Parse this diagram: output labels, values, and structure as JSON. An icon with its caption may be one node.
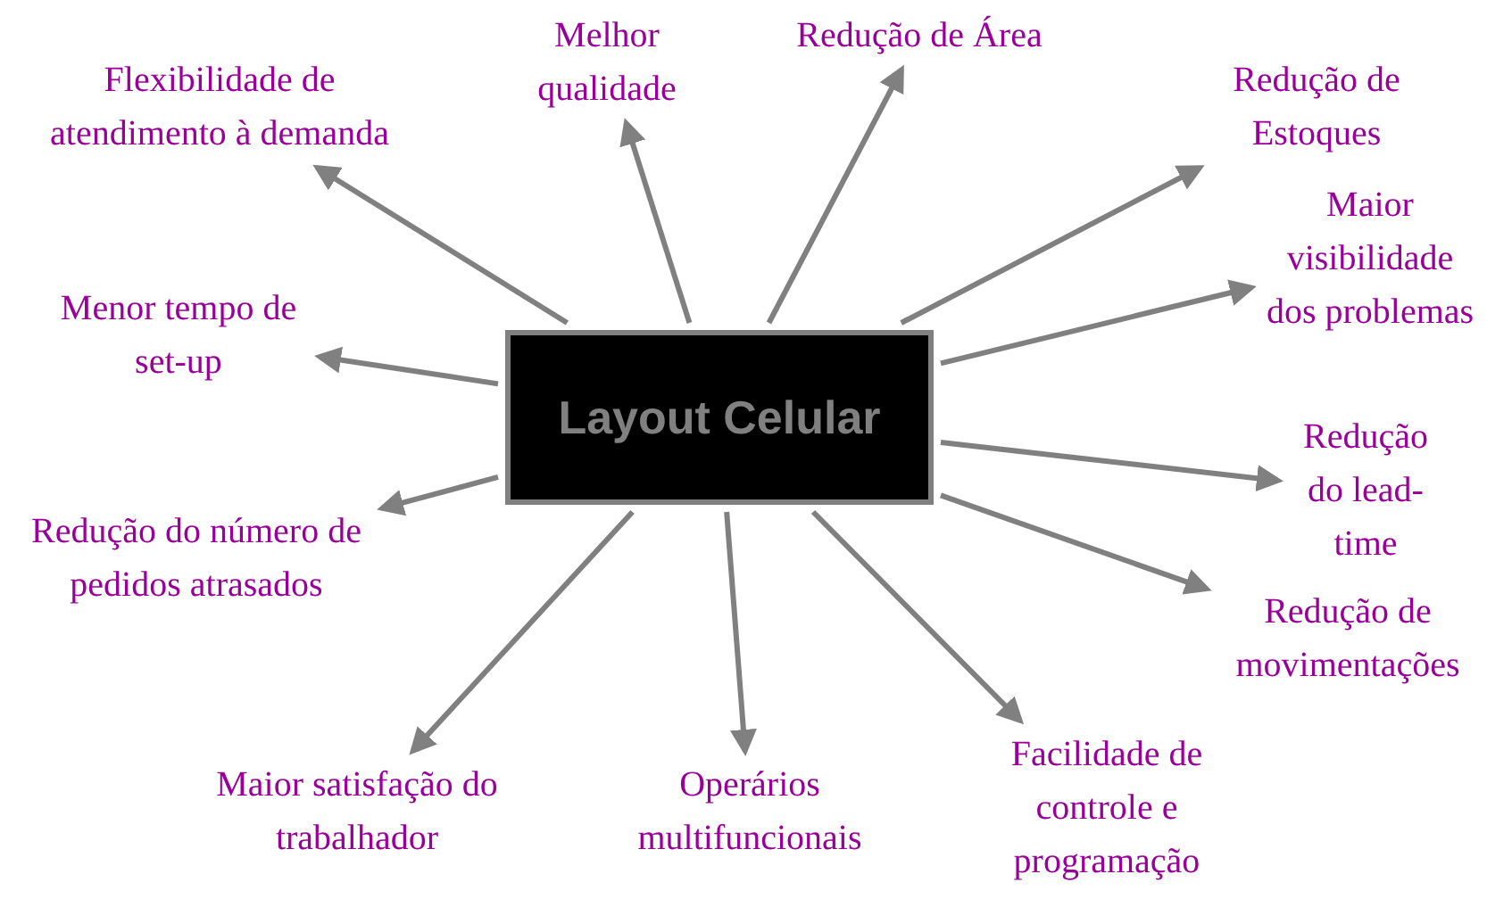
{
  "diagram": {
    "nodes": [
      {
        "text": [
          "Layout Celular"
        ]
      },
      {
        "text": [
          "Flexibilidade de atendimento à demanda"
        ]
      },
      {
        "text": [
          "Melhor qualidade"
        ]
      },
      {
        "text": [
          "Redução de Área"
        ]
      },
      {
        "text": [
          "Redução de Estoques"
        ]
      },
      {
        "text": [
          "Maior visibilidade dos problemas"
        ]
      },
      {
        "text": [
          "Redução do lead-time"
        ]
      },
      {
        "text": [
          "Redução de movimentações"
        ]
      },
      {
        "text": [
          "Facilidade de controle e programação"
        ]
      },
      {
        "text": [
          "Operários multifuncionais"
        ]
      },
      {
        "text": [
          "Maior satisfação do trabalhador"
        ]
      },
      {
        "text": [
          "Redução do número de pedidos atrasados"
        ]
      },
      {
        "text": [
          "Menor tempo de set-up"
        ]
      }
    ],
    "edges": [
      {
        "from": 0,
        "to": 1,
        "arrow": "to"
      },
      {
        "from": 0,
        "to": 2,
        "arrow": "to"
      },
      {
        "from": 0,
        "to": 3,
        "arrow": "to"
      },
      {
        "from": 0,
        "to": 4,
        "arrow": "to"
      },
      {
        "from": 0,
        "to": 5,
        "arrow": "to"
      },
      {
        "from": 0,
        "to": 6,
        "arrow": "to"
      },
      {
        "from": 0,
        "to": 7,
        "arrow": "to"
      },
      {
        "from": 0,
        "to": 8,
        "arrow": "to"
      },
      {
        "from": 0,
        "to": 9,
        "arrow": "to"
      },
      {
        "from": 0,
        "to": 10,
        "arrow": "to"
      },
      {
        "from": 0,
        "to": 11,
        "arrow": "to"
      },
      {
        "from": 0,
        "to": 12,
        "arrow": "to"
      }
    ]
  }
}
